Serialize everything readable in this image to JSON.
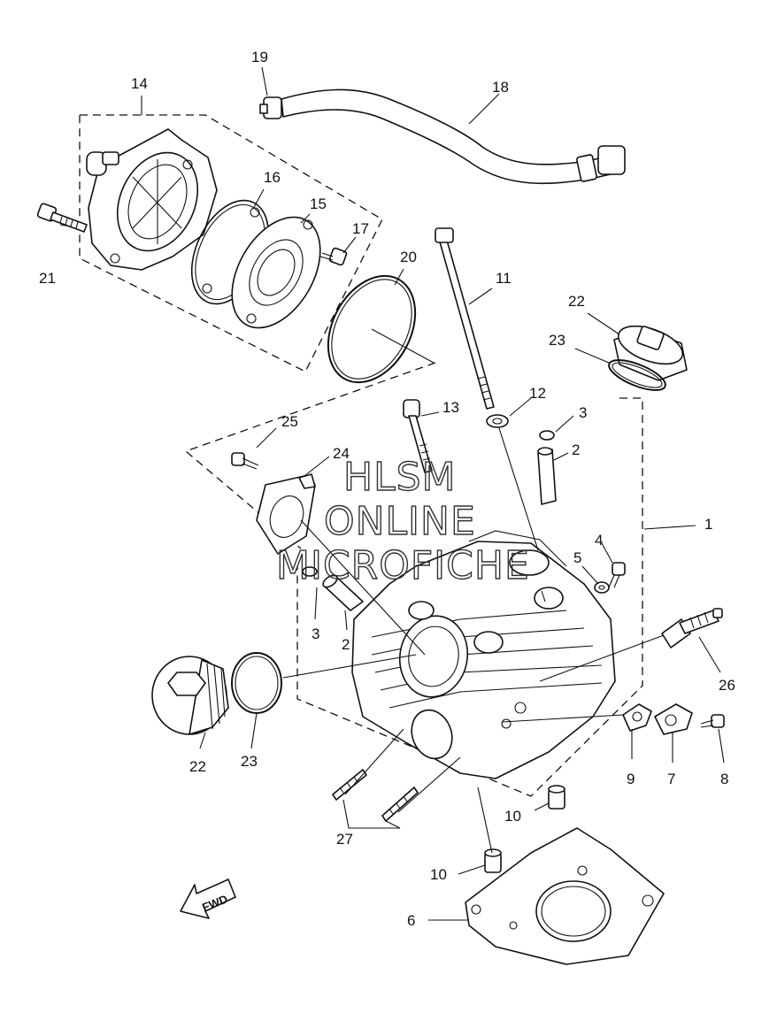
{
  "callouts": {
    "c1": "1",
    "c2a": "2",
    "c2b": "2",
    "c3a": "3",
    "c3b": "3",
    "c4": "4",
    "c5": "5",
    "c6": "6",
    "c7": "7",
    "c8": "8",
    "c9": "9",
    "c10a": "10",
    "c10b": "10",
    "c11": "11",
    "c12": "12",
    "c13": "13",
    "c14": "14",
    "c15": "15",
    "c16": "16",
    "c17": "17",
    "c18": "18",
    "c19": "19",
    "c20": "20",
    "c21": "21",
    "c22a": "22",
    "c22b": "22",
    "c23a": "23",
    "c23b": "23",
    "c24": "24",
    "c25": "25",
    "c26": "26",
    "c27": "27"
  },
  "watermark": {
    "line1": "HLSM",
    "line2": "ONLINE",
    "line3": "MICROFICHE"
  },
  "fwd_label": "FWD"
}
